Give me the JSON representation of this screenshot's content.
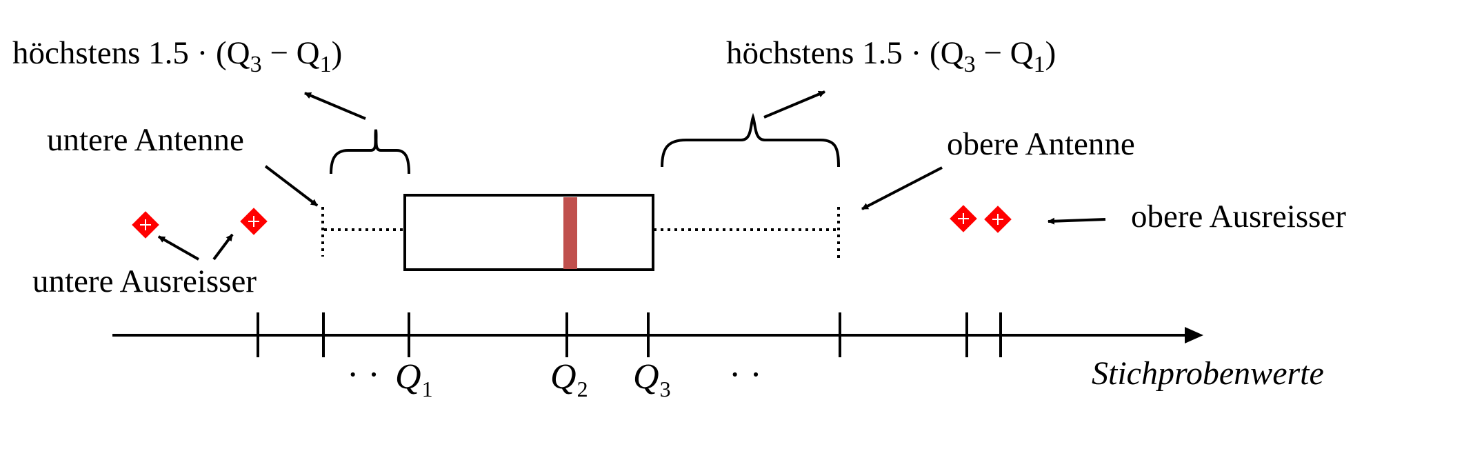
{
  "labels": {
    "upper_left": "höchstens 1.5 · (Q",
    "upper_right": "höchstens 1.5 · (Q",
    "formula_sub3": "3",
    "formula_minus": " − Q",
    "formula_sub1": "1",
    "formula_close": ")",
    "lower_whisker": "untere Antenne",
    "upper_whisker": "obere Antenne",
    "lower_outliers": "untere Ausreisser",
    "upper_outliers": "obere Ausreisser",
    "axis": "Stichprobenwerte"
  },
  "ticks": {
    "q1_main": "Q",
    "q1_sub": "1",
    "q2_main": "Q",
    "q2_sub": "2",
    "q3_main": "Q",
    "q3_sub": "3",
    "dots_left": "· ·",
    "dots_right": "· ·"
  },
  "colors": {
    "median": "#c0504d",
    "outlier": "#ff0000",
    "ink": "#000000"
  }
}
